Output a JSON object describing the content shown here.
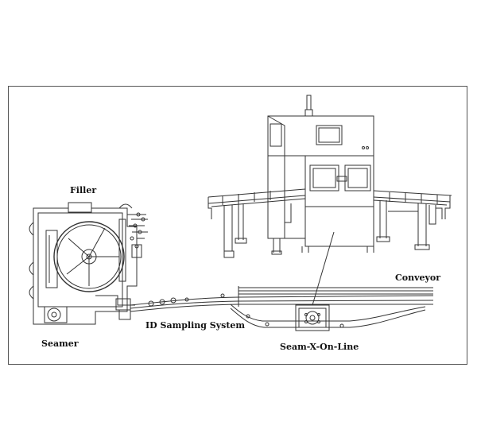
{
  "diagram": {
    "labels": {
      "filler": "Filler",
      "seamer": "Seamer",
      "id_sampling": "ID Sampling System",
      "seam_x": "Seam-X-On-Line",
      "conveyor": "Conveyor"
    }
  },
  "colors": {
    "line": "#333333",
    "frame": "#555555"
  }
}
